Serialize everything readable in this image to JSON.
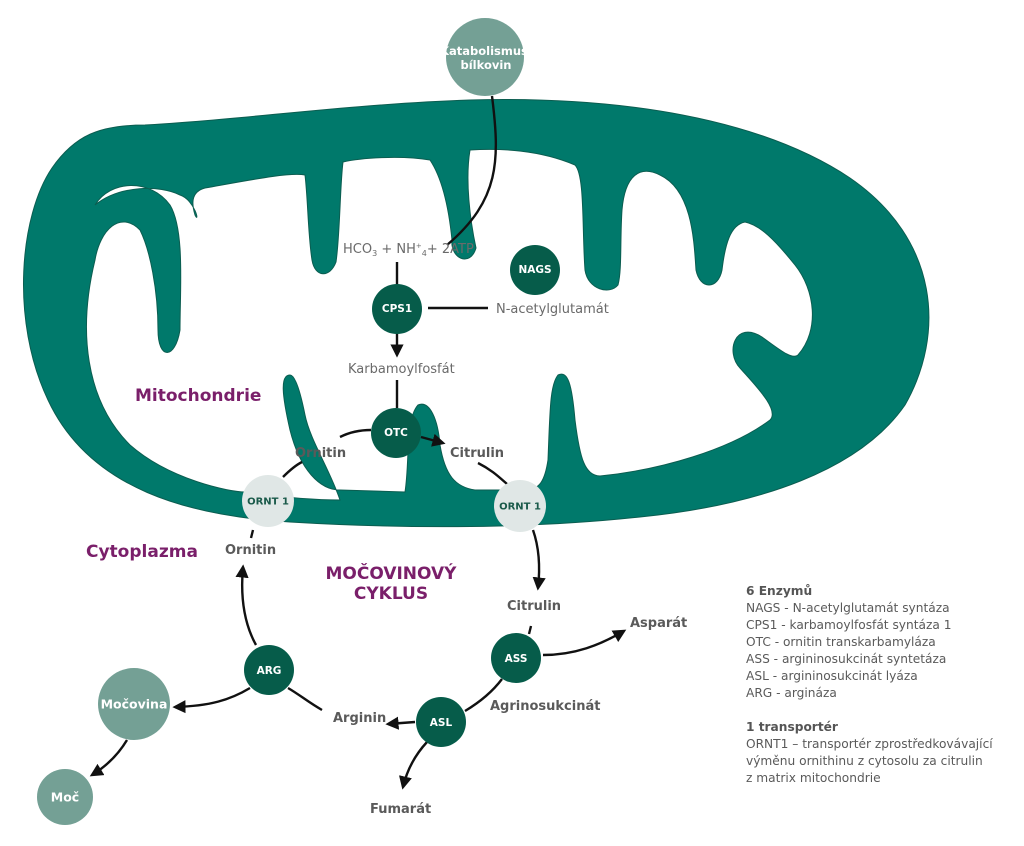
{
  "colors": {
    "membrane": "#00796b",
    "membrane_stroke": "#0b5d50",
    "enzyme": "#065c4a",
    "external_node": "#74a095",
    "transporter": "#e0e7e6",
    "region_label": "#7a1f6a",
    "text": "#5a5a5a"
  },
  "external_nodes": {
    "protein_catabolism": [
      "Katabolismus",
      "bílkovin"
    ],
    "urea": "Močovina",
    "urine": "Moč"
  },
  "enzymes": {
    "nags": "NAGS",
    "cps1": "CPS1",
    "otc": "OTC",
    "ass": "ASS",
    "asl": "ASL",
    "arg": "ARG"
  },
  "transporters": {
    "left": "ORNT 1",
    "right": "ORNT 1"
  },
  "metabolites": {
    "substrates": {
      "hco3": "HCO",
      "hco3_sub": "3",
      "plus1": " + NH",
      "nh4_sup": "+",
      "nh4_sub": "4",
      "plus2": "+ 2ATP"
    },
    "n_acetylglutamate": "N-acetylglutamát",
    "carbamoyl_phosphate": "Karbamoylfosfát",
    "ornithine_mito": "Ornitin",
    "citrulline_mito": "Citrulin",
    "ornithine_cyto": "Ornitin",
    "citrulline_cyto": "Citrulin",
    "aspartate": "Asparát",
    "argininosuccinate": "Agrinosukcinát",
    "arginine": "Arginin",
    "fumarate": "Fumarát"
  },
  "regions": {
    "mitochondria": "Mitochondrie",
    "cytoplasm": "Cytoplazma",
    "cycle_line1": "MOČOVINOVÝ",
    "cycle_line2": "CYKLUS"
  },
  "legend": {
    "enzymes_heading": "6 Enzymů",
    "enzymes": [
      "NAGS - N-acetylglutamát syntáza",
      "CPS1 - karbamoylfosfát syntáza 1",
      "OTC - ornitin transkarbamyláza",
      "ASS - argininosukcinát syntetáza",
      "ASL - argininosukcinát lyáza",
      "ARG - argináza"
    ],
    "transporter_heading": "1 transportér",
    "transporter_lines": [
      "ORNT1 – transportér zprostředkovávající",
      "výměnu ornithinu z cytosolu za citrulin",
      "z matrix mitochondrie"
    ]
  }
}
